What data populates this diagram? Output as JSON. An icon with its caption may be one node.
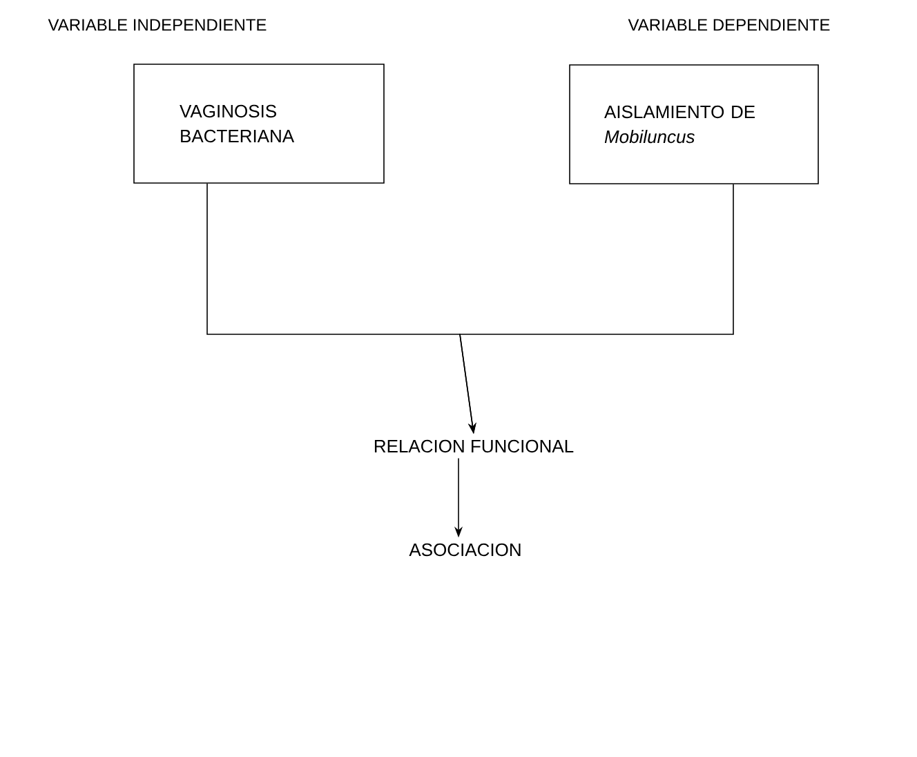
{
  "diagram": {
    "nodes": [
      {
        "text": [
          "VARIABLE INDEPENDIENTE",
          "VAGINOSIS BACTERIANA"
        ]
      },
      {
        "text": [
          "VARIABLE DEPENDIENTE",
          "AISLAMIENTO DE *Mobiluncus*"
        ]
      },
      {
        "text": [
          "RELACION FUNCIONAL"
        ]
      },
      {
        "text": [
          "ASOCIACION"
        ]
      }
    ],
    "edges": [
      {
        "from": 0,
        "to": 2,
        "arrow": "to"
      },
      {
        "from": 1,
        "to": 2,
        "arrow": "to"
      },
      {
        "from": 2,
        "to": 3,
        "arrow": "to"
      }
    ]
  }
}
